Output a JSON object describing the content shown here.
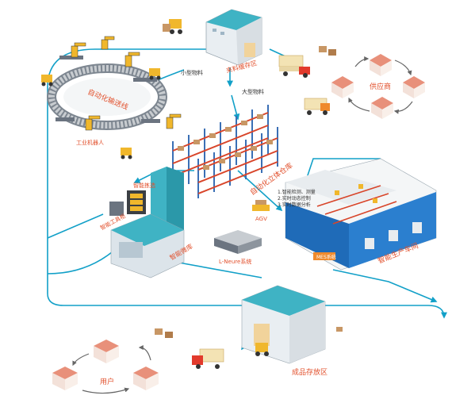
{
  "labels": {
    "raw_material_area": "来料缓存区",
    "small_material": "小型物料",
    "large_material": "大型物料",
    "automated_conveyor": "自动化输送线",
    "industrial_robot": "工业机器人",
    "suppliers": "供应商",
    "automated_warehouse": "自动化立体仓库",
    "smart_picking": "智能拣选",
    "smart_tool_cabinet": "智能工具柜",
    "smart_micro_warehouse": "智能微库",
    "agv": "AGV",
    "lneure_system": "L-Neure系统",
    "smart_workshop": "智能生产车间",
    "finished_goods_area": "成品存放区",
    "users": "用户",
    "mes_badge": "MES系统"
  },
  "workshop_notes": [
    "1.智能检测、测量",
    "2.实时动态控制",
    "3.实时数据分析"
  ],
  "colors": {
    "flow_line": "#12a0c8",
    "roof_teal": "#3fb3c4",
    "label_red": "#e2502c",
    "orange": "#ef8a2c",
    "rack_blue": "#3a6fb5",
    "rack_red": "#d8452a"
  },
  "icons": [
    "warehouse-building",
    "robot-arm",
    "forklift",
    "truck",
    "shelving-rack",
    "cabinet",
    "server",
    "workshop-building",
    "house",
    "cardboard-box"
  ]
}
